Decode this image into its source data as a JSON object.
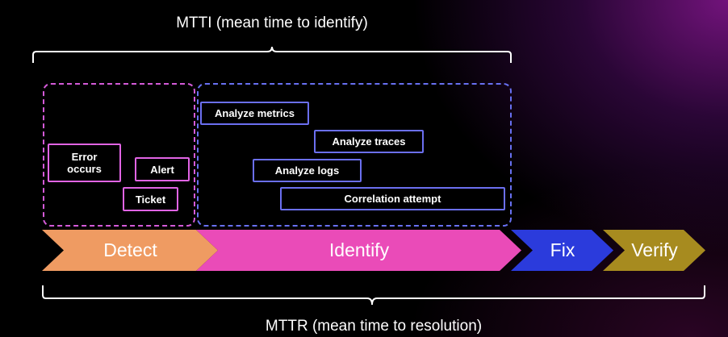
{
  "mtti_label": "MTTI (mean time to identify)",
  "mttr_label": "MTTR (mean time to resolution)",
  "detect_events": [
    {
      "label": "Error\noccurs"
    },
    {
      "label": "Alert"
    },
    {
      "label": "Ticket"
    }
  ],
  "identify_events": [
    {
      "label": "Analyze metrics"
    },
    {
      "label": "Analyze traces"
    },
    {
      "label": "Analyze logs"
    },
    {
      "label": "Correlation attempt"
    }
  ],
  "phases": [
    {
      "label": "Detect",
      "color": "#ef9b62"
    },
    {
      "label": "Identify",
      "color": "#ea4bb8"
    },
    {
      "label": "Fix",
      "color": "#2b3bdc"
    },
    {
      "label": "Verify",
      "color": "#a78b1f"
    }
  ],
  "colors": {
    "detect_group_border": "#d45ad8",
    "identify_group_border": "#6870f2"
  }
}
